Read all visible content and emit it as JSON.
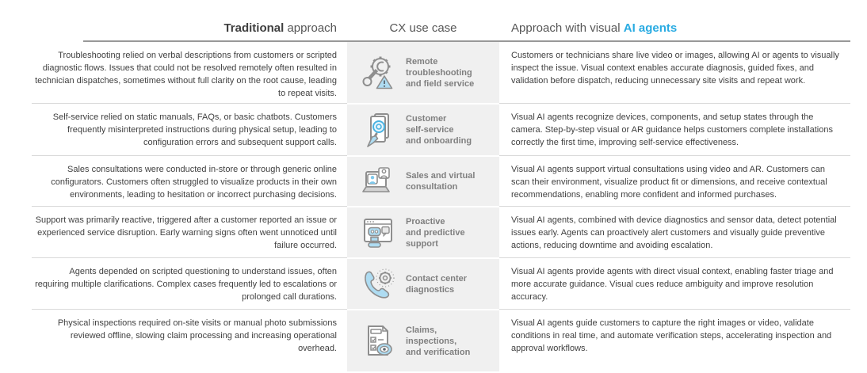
{
  "header": {
    "traditional_bold": "Traditional",
    "traditional_rest": " approach",
    "use_case": "CX use case",
    "ai_prefix": "Approach with visual ",
    "ai_highlight": "AI agents"
  },
  "colors": {
    "accent_blue": "#29abe2",
    "icon_blue": "#aedcf2",
    "icon_gray": "#8e8e8e",
    "use_case_bg": "#f0f0f0",
    "label_gray": "#7f7f7f",
    "body_text": "#414141"
  },
  "rows": [
    {
      "traditional": "Troubleshooting relied on verbal descriptions from customers or scripted diagnostic flows. Issues that could not be resolved remotely often resulted in technician dispatches, sometimes without full clarity on the root cause, leading to repeat visits.",
      "use_case": "Remote\ntroubleshooting\nand field service",
      "icon": "remote-troubleshooting-icon",
      "ai": "Customers or technicians share live video or images, allowing AI or agents to visually inspect the issue. Visual context enables accurate diagnosis, guided fixes, and validation before dispatch, reducing unnecessary site visits and repeat work."
    },
    {
      "traditional": "Self-service relied on static manuals, FAQs, or basic chatbots. Customers frequently misinterpreted instructions during physical setup, leading to configuration errors and subsequent support calls.",
      "use_case": "Customer\nself-service\nand onboarding",
      "icon": "self-service-icon",
      "ai": "Visual AI agents recognize devices, components, and setup states through the camera. Step-by-step visual or AR guidance helps customers complete installations correctly the first time, improving self-service effectiveness."
    },
    {
      "traditional": "Sales consultations were conducted in-store or through generic online configurators. Customers often struggled to visualize products in their own environments, leading to hesitation or incorrect purchasing decisions.",
      "use_case": "Sales and virtual\nconsultation",
      "icon": "virtual-consultation-icon",
      "ai": "Visual AI agents support virtual consultations using video and AR. Customers can scan their environment, visualize product fit or dimensions, and receive contextual recommendations, enabling more confident and informed purchases."
    },
    {
      "traditional": "Support was primarily reactive, triggered after a customer reported an issue or experienced service disruption. Early warning signs often went unnoticed until failure occurred.",
      "use_case": "Proactive\nand predictive\nsupport",
      "icon": "proactive-support-icon",
      "ai": "Visual AI agents, combined with device diagnostics and sensor data, detect potential issues early. Agents can proactively alert customers and visually guide preventive actions, reducing downtime and avoiding escalation."
    },
    {
      "traditional": "Agents depended on scripted questioning to understand issues, often requiring multiple clarifications. Complex cases frequently led to escalations or prolonged call durations.",
      "use_case": "Contact center\ndiagnostics",
      "icon": "contact-center-icon",
      "ai": "Visual AI agents provide agents with direct visual context, enabling faster triage and more accurate guidance. Visual cues reduce ambiguity and improve resolution accuracy."
    },
    {
      "traditional": "Physical inspections required on-site visits or manual photo submissions reviewed offline, slowing claim processing and increasing operational overhead.",
      "use_case": "Claims,\ninspections,\nand verification",
      "icon": "claims-verification-icon",
      "ai": "Visual AI agents guide customers to capture the right images or video, validate conditions in real time, and automate verification steps, accelerating inspection and approval workflows."
    }
  ]
}
